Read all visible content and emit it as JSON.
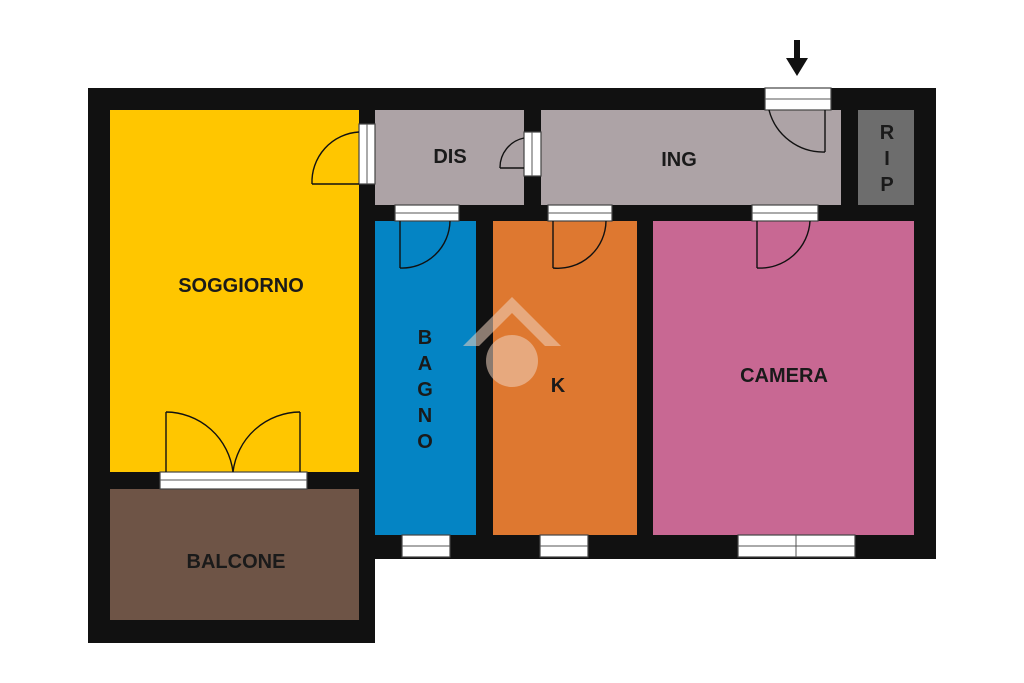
{
  "floorplan": {
    "entrance_arrow": "down-arrow-icon",
    "watermark": "house-logo-watermark",
    "colors": {
      "walls": "#111111",
      "soggiorno": "#FFC600",
      "balcone": "#6E5446",
      "dis": "#ADA3A6",
      "ing": "#ADA3A6",
      "rip": "#6D6D6D",
      "bagno": "#0484C4",
      "k": "#DE7830",
      "camera": "#C86893"
    },
    "rooms": {
      "soggiorno": "SOGGIORNO",
      "balcone": "BALCONE",
      "dis": "DIS",
      "ing": "ING",
      "rip": [
        "R",
        "I",
        "P"
      ],
      "bagno": [
        "B",
        "A",
        "G",
        "N",
        "O"
      ],
      "k": "K",
      "camera": "CAMERA"
    }
  }
}
